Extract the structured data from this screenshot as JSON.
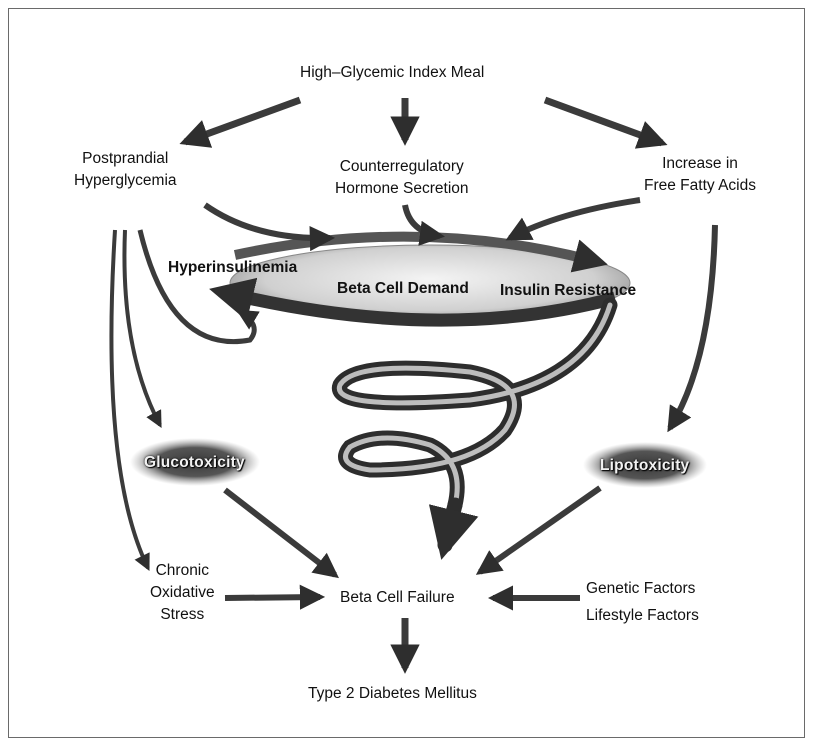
{
  "diagram": {
    "top": "High–Glycemic Index Meal",
    "left_top": [
      "Postprandial",
      "Hyperglycemia"
    ],
    "center_top": [
      "Counterregulatory",
      "Hormone Secretion"
    ],
    "right_top": [
      "Increase in",
      "Free Fatty Acids"
    ],
    "hyperinsulinemia": "Hyperinsulinemia",
    "beta_cell_demand": "Beta Cell Demand",
    "insulin_resistance": "Insulin Resistance",
    "glucotoxicity": "Glucotoxicity",
    "lipotoxicity": "Lipotoxicity",
    "oxidative_stress": [
      "Chronic",
      "Oxidative",
      "Stress"
    ],
    "beta_cell_failure": "Beta Cell Failure",
    "genetic_factors": "Genetic Factors",
    "lifestyle_factors": "Lifestyle Factors",
    "outcome": "Type 2 Diabetes Mellitus"
  },
  "colors": {
    "arrow": "#3b3b3b",
    "blob": "#4a4a4a",
    "frame": "#6a6a6a"
  }
}
